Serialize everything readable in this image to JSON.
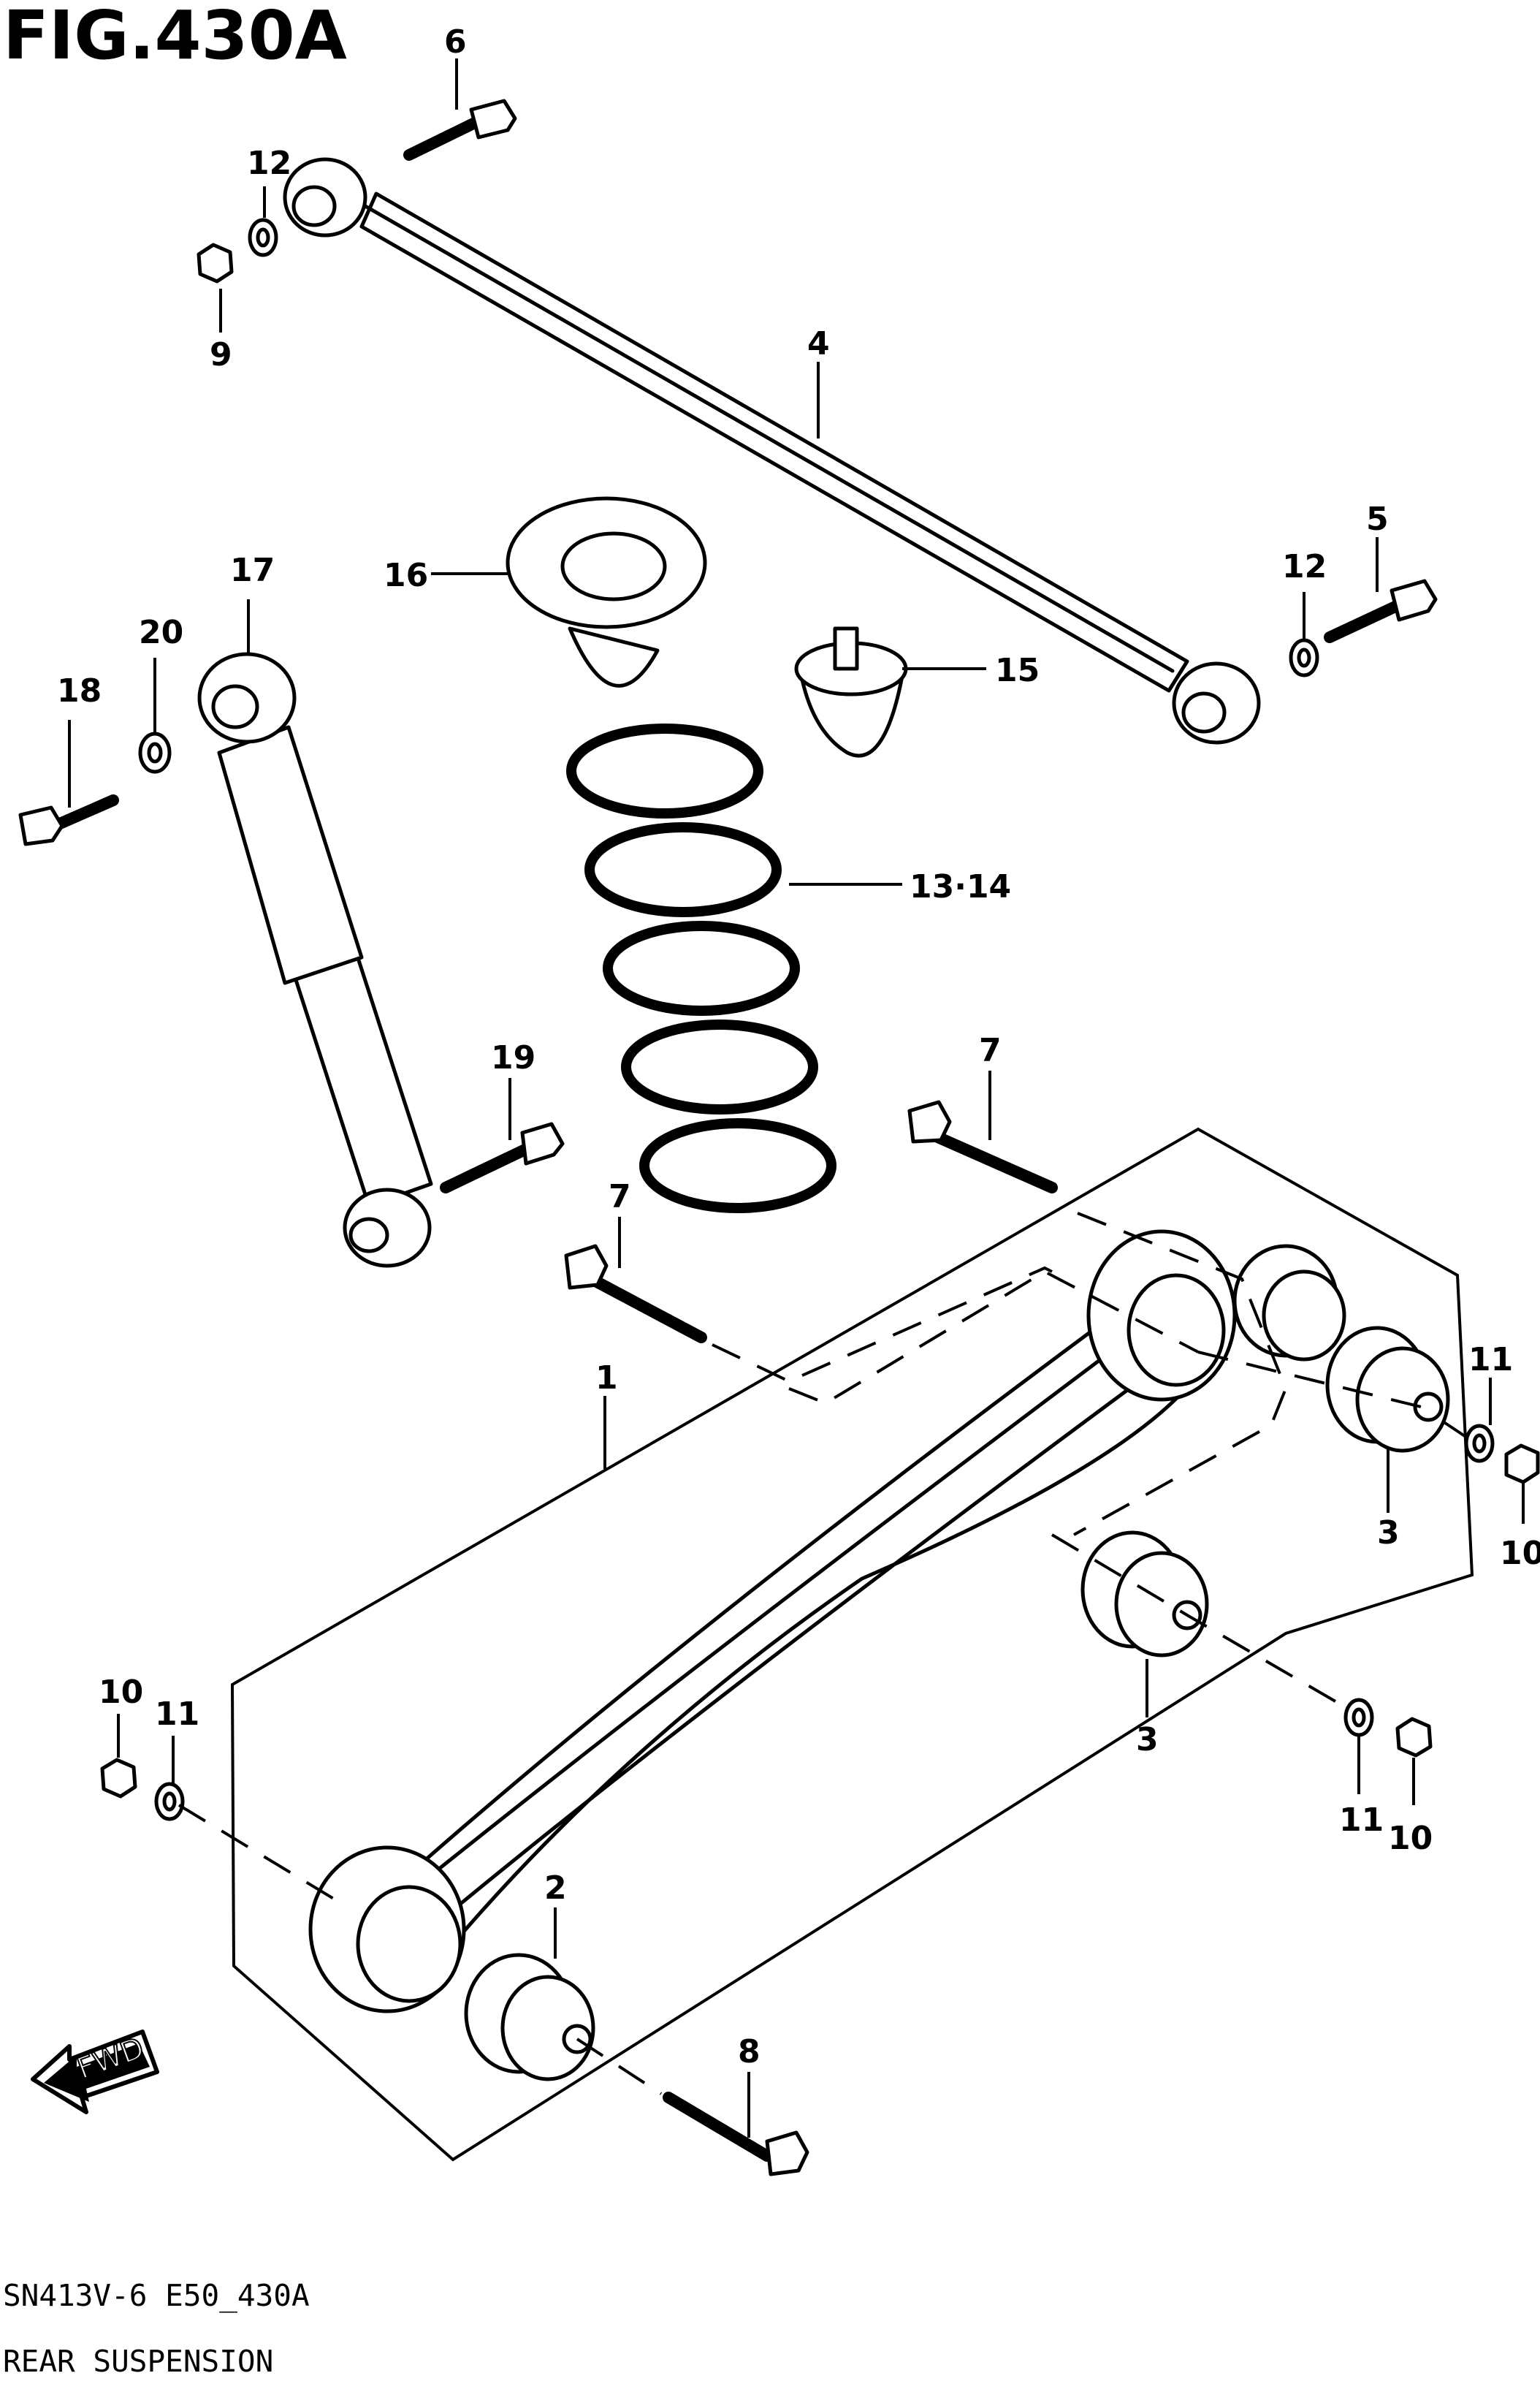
{
  "figure": {
    "title": "FIG.430A",
    "model_code": "SN413V-6 E50_430A",
    "section_name": "REAR SUSPENSION",
    "fwd_label": "FWD"
  },
  "callouts": {
    "c1": "1",
    "c2": "2",
    "c3a": "3",
    "c3b": "3",
    "c4": "4",
    "c5": "5",
    "c6": "6",
    "c7a": "7",
    "c7b": "7",
    "c8": "8",
    "c9": "9",
    "c10a": "10",
    "c10b": "10",
    "c10c": "10",
    "c11a": "11",
    "c11b": "11",
    "c11c": "11",
    "c12a": "12",
    "c12b": "12",
    "c1314": "13·14",
    "c15": "15",
    "c16": "16",
    "c17": "17",
    "c18": "18",
    "c19": "19",
    "c20": "20"
  }
}
